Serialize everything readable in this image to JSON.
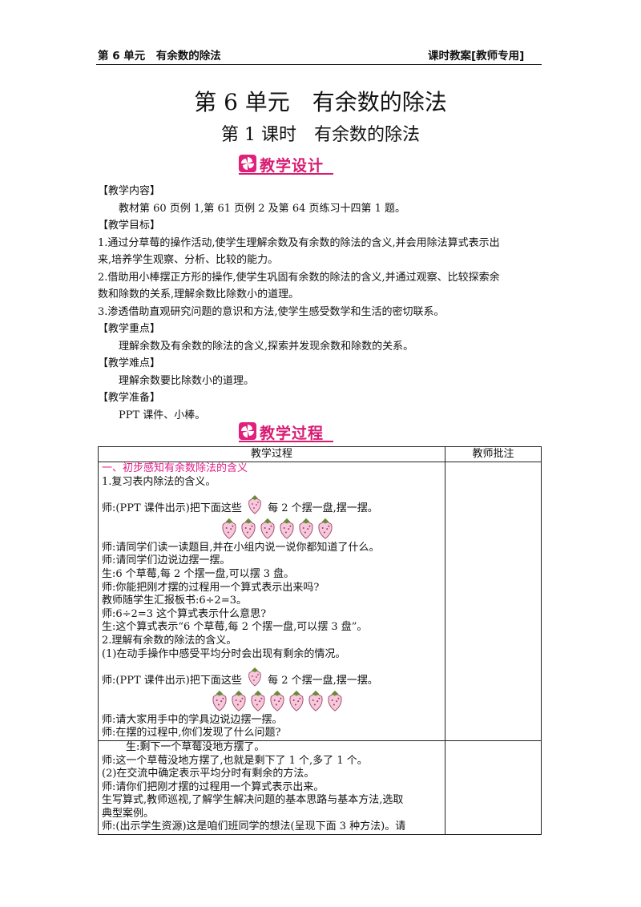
{
  "header": {
    "left": "第 6 单元　有余数的除法",
    "right": "课时教案[教师专用]"
  },
  "title": "第 6 单元　有余数的除法",
  "subtitle": "第 1 课时　有余数的除法",
  "banners": {
    "design": "教学设计",
    "process": "教学过程"
  },
  "design": {
    "content_label": "【教学内容】",
    "content": "教材第 60 页例 1,第 61 页例 2 及第 64 页练习十四第 1 题。",
    "goals_label": "【教学目标】",
    "goal1a": "1.通过分草莓的操作活动,使学生理解余数及有余数的除法的含义,并会用除法算式表示出",
    "goal1b": "来,培养学生观察、分析、比较的能力。",
    "goal2a": "2.借助用小棒摆正方形的操作,使学生巩固有余数的除法的含义,并通过观察、比较探索余",
    "goal2b": "数和除数的关系,理解余数比除数小的道理。",
    "goal3": "3.渗透借助直观研究问题的意识和方法,使学生感受数学和生活的密切联系。",
    "key_label": "【教学重点】",
    "key": "理解余数及有余数的除法的含义,探索并发现余数和除数的关系。",
    "difficult_label": "【教学难点】",
    "difficult": "理解余数要比除数小的道理。",
    "prep_label": "【教学准备】",
    "prep": "PPT 课件、小棒。"
  },
  "table": {
    "col1": "教学过程",
    "col2": "教师批注",
    "row1": {
      "l1": "一、初步感知有余数除法的含义",
      "l2": "1.复习表内除法的含义。",
      "l3a": "师:(PPT 课件出示)把下面这些",
      "l3b": "每 2 个摆一盘,摆一摆。",
      "l4": "师:请同学们读一读题目,并在小组内说一说你都知道了什么。",
      "l5": "师:请同学们边说边摆一摆。",
      "l6": "生:6 个草莓,每 2 个摆一盘,可以摆 3 盘。",
      "l7": "师:你能把刚才摆的过程用一个算式表示出来吗?",
      "l8": "教师随学生汇报板书:6÷2=3。",
      "l9": "师:6÷2=3 这个算式表示什么意思?",
      "l10": "生:这个算式表示“6 个草莓,每 2 个摆一盘,可以摆 3 盘”。",
      "l11": "2.理解有余数的除法的含义。",
      "l12": "(1)在动手操作中感受平均分时会出现有剩余的情况。",
      "l13a": "师:(PPT 课件出示)把下面这些",
      "l13b": "每 2 个摆一盘,摆一摆。",
      "l14": "师:请大家用手中的学具边说边摆一摆。",
      "l15": "师:在摆的过程中,你们发现了什么问题?"
    },
    "row2": {
      "l1": "生:剩下一个草莓没地方摆了。",
      "l2": "师:这一个草莓没地方摆了,也就是剩下了 1 个,多了 1 个。",
      "l3": "(2)在交流中确定表示平均分时有剩余的方法。",
      "l4": "师:请你们把刚才摆的过程用一个算式表示出来。",
      "l5a": "生写算式,教师巡视,了解学生解决问题的基本思路与基本方法,选取",
      "l5b": "典型案例。",
      "l6": "师:(出示学生资源)这是咱们班同学的想法(呈现下面 3 种方法)。请"
    }
  },
  "colors": {
    "accent": "#d81b72",
    "pink_text": "#e0208a",
    "berry": "#f6c8dc"
  },
  "icons": {
    "banner": "pinwheel-icon",
    "fruit": "strawberry-icon"
  }
}
